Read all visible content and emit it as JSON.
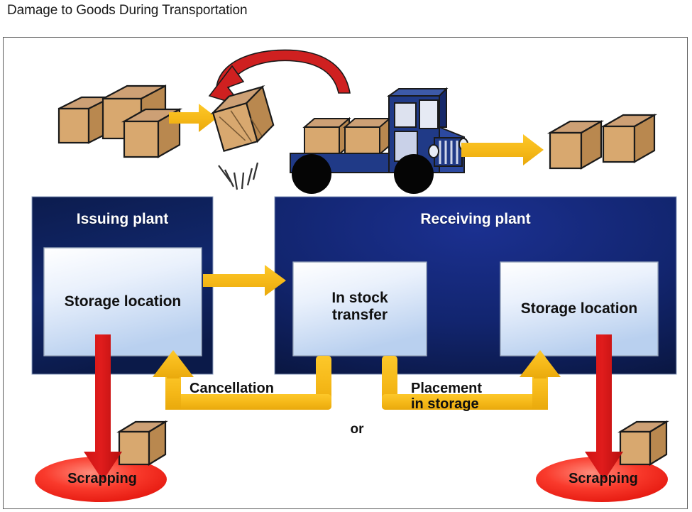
{
  "page": {
    "title": "Damage to Goods During Transportation"
  },
  "diagram": {
    "illustration": {
      "left_boxes_count": 3,
      "right_boxes_count": 2,
      "truck_cargo_boxes_count": 2,
      "damaged_box_present": true,
      "icons": {
        "left_pallet": "cardboard-boxes-icon",
        "flow_arrow_1": "yellow-right-arrow-icon",
        "damage_arrow": "red-curved-arrow-icon",
        "falling_box": "falling-damaged-box-icon",
        "truck": "delivery-truck-icon",
        "flow_arrow_2": "yellow-right-arrow-icon",
        "right_pallet": "cardboard-boxes-icon"
      }
    },
    "panels": [
      {
        "id": "issuing-plant",
        "title": "Issuing plant",
        "boxes": [
          {
            "id": "issuing-storage-location",
            "label": "Storage location"
          }
        ]
      },
      {
        "id": "receiving-plant",
        "title": "Receiving plant",
        "boxes": [
          {
            "id": "in-stock-transfer",
            "label": "In stock\ntransfer",
            "line1": "In stock",
            "line2": "transfer"
          },
          {
            "id": "receiving-storage-location",
            "label": "Storage location"
          }
        ]
      }
    ],
    "flows": [
      {
        "id": "transfer-arrow",
        "label": "",
        "icon": "yellow-right-arrow-icon"
      },
      {
        "id": "cancellation-flow",
        "label": "Cancellation",
        "icon": "yellow-return-arrow-icon"
      },
      {
        "id": "placement-flow",
        "label": "Placement\nin storage",
        "line1": "Placement",
        "line2": "in storage",
        "icon": "yellow-return-arrow-icon"
      }
    ],
    "connector_text": "or",
    "scrapping": [
      {
        "id": "scrapping-left",
        "label": "Scrapping",
        "icon": "red-down-arrow-icon"
      },
      {
        "id": "scrapping-right",
        "label": "Scrapping",
        "icon": "red-down-arrow-icon"
      }
    ],
    "colors": {
      "panel_blue_dark": "#0d1f58",
      "panel_blue_bright": "#13277f",
      "box_light_top": "#f4f8ff",
      "box_light_bottom": "#bcd2f0",
      "arrow_yellow": "#f5b91b",
      "scrap_red": "#ee2222",
      "truck_blue": "#203a87",
      "carton_tan": "#d8a36a",
      "frame_border": "#5c5c5c"
    }
  }
}
